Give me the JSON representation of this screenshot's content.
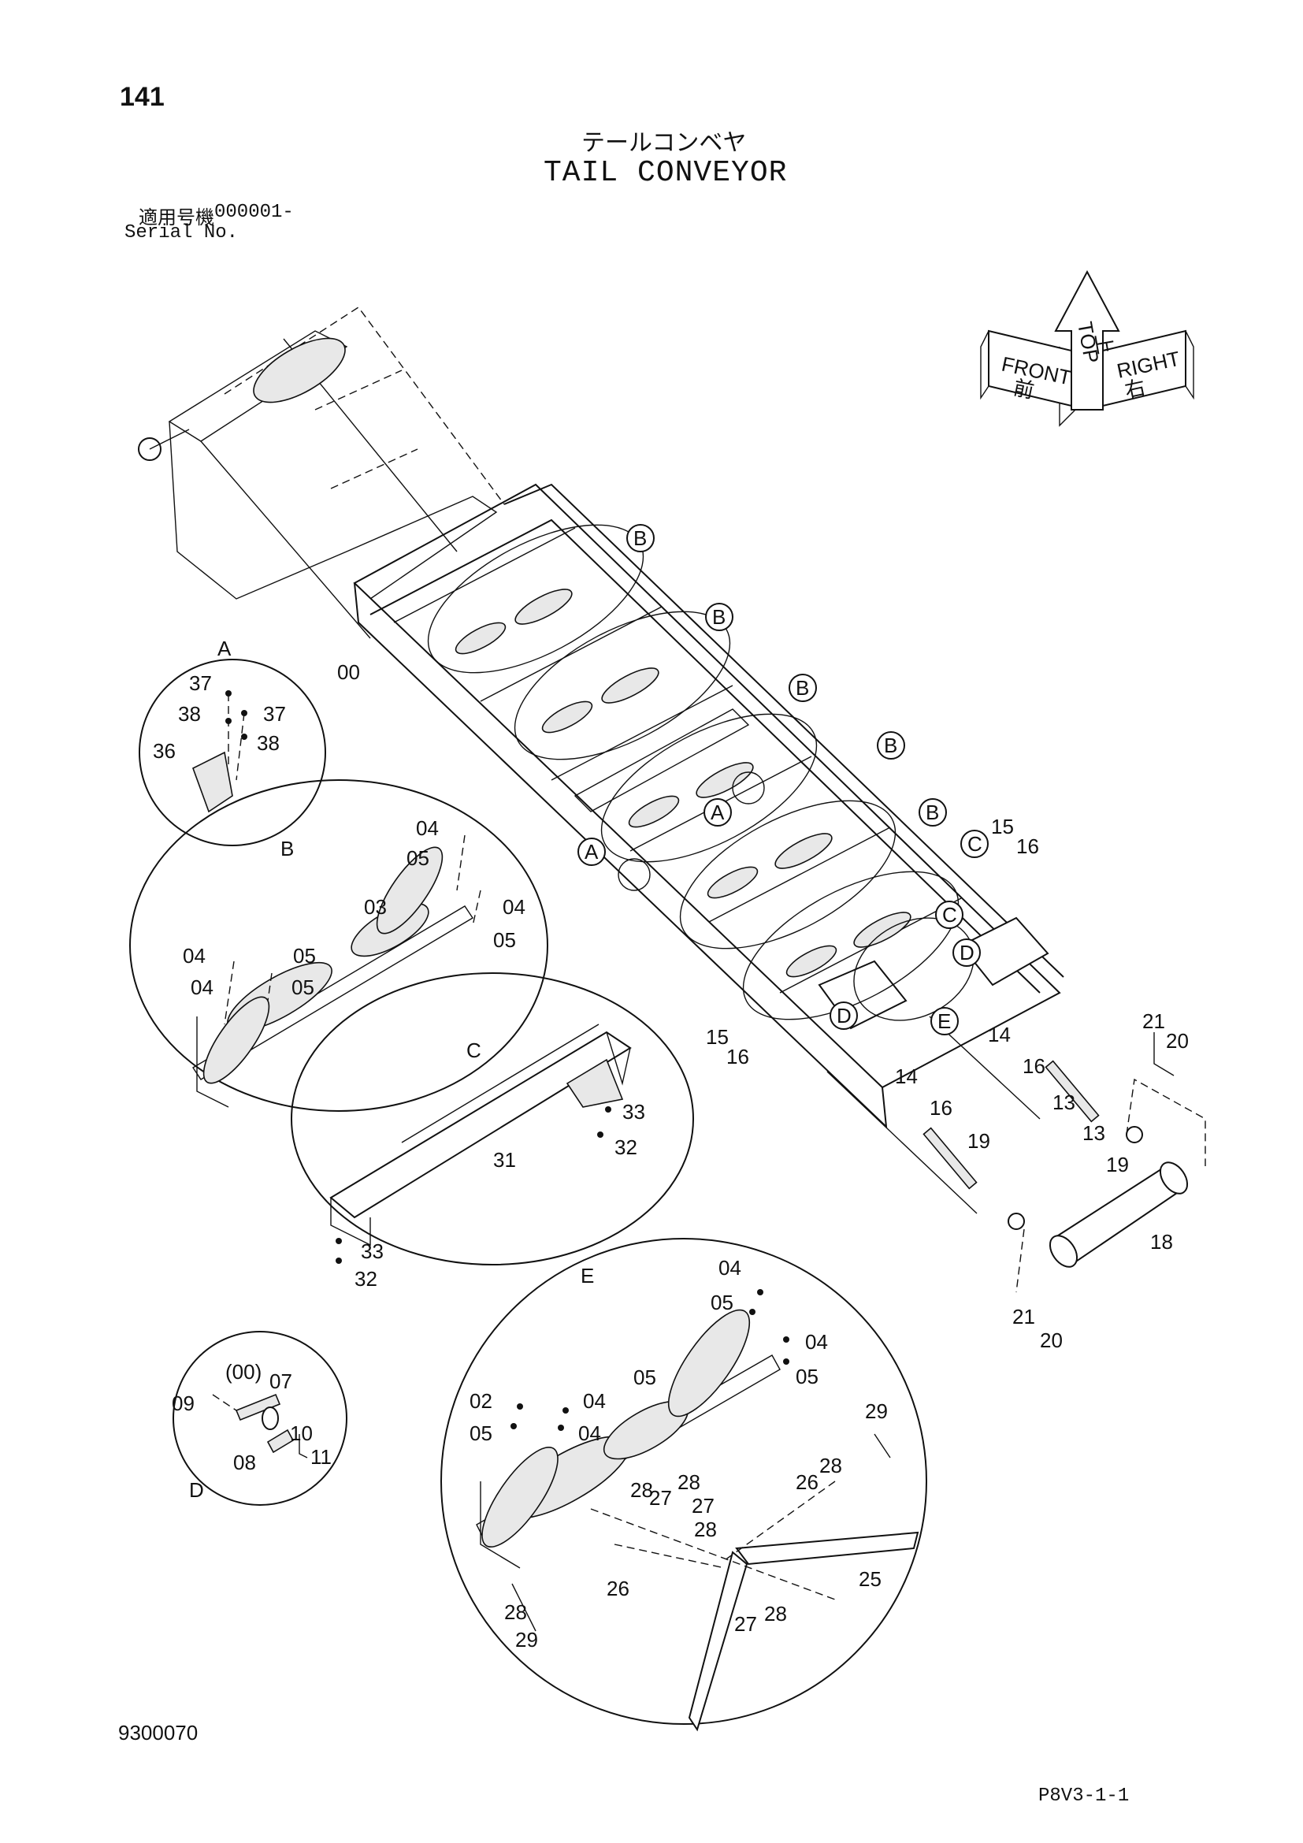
{
  "header": {
    "page_number": "141",
    "title_jp": "テールコンベヤ",
    "title_en": "TAIL CONVEYOR",
    "applicability_jp": "適用号機",
    "serial_from": "000001-",
    "serial_label": "Serial No."
  },
  "orientation": {
    "top": "TOP",
    "top_jp": "上",
    "front": "FRONT",
    "front_jp": "前",
    "right": "RIGHT",
    "right_jp": "右"
  },
  "detail_circles": [
    "A",
    "B",
    "C",
    "D",
    "E"
  ],
  "callout_labels": {
    "main": [
      {
        "label": "00"
      },
      {
        "label": "B"
      },
      {
        "label": "B"
      },
      {
        "label": "B"
      },
      {
        "label": "B"
      },
      {
        "label": "B"
      },
      {
        "label": "C"
      },
      {
        "label": "C"
      },
      {
        "label": "A"
      },
      {
        "label": "A"
      },
      {
        "label": "D"
      },
      {
        "label": "D"
      },
      {
        "label": "E"
      },
      {
        "label": "15"
      },
      {
        "label": "16"
      },
      {
        "label": "15"
      },
      {
        "label": "16"
      },
      {
        "label": "14"
      },
      {
        "label": "16"
      },
      {
        "label": "14"
      },
      {
        "label": "16"
      },
      {
        "label": "13"
      },
      {
        "label": "19"
      },
      {
        "label": "13"
      },
      {
        "label": "19"
      },
      {
        "label": "21"
      },
      {
        "label": "20"
      },
      {
        "label": "21"
      },
      {
        "label": "20"
      },
      {
        "label": "18"
      }
    ],
    "detail_a": [
      "37",
      "38",
      "37",
      "38",
      "36"
    ],
    "detail_b": [
      "04",
      "05",
      "03",
      "04",
      "05",
      "04",
      "05",
      "04",
      "05"
    ],
    "detail_c": [
      "33",
      "32",
      "31",
      "33",
      "32"
    ],
    "detail_d": [
      "(00)",
      "07",
      "09",
      "10",
      "08",
      "11"
    ],
    "detail_e": [
      "04",
      "05",
      "04",
      "05",
      "02",
      "04",
      "05",
      "04",
      "05",
      "26",
      "28",
      "29",
      "28",
      "27",
      "28",
      "27",
      "28",
      "26",
      "25",
      "28",
      "27",
      "28",
      "29"
    ]
  },
  "footer": {
    "reference_code": "9300070",
    "page_code": "P8V3-1-1"
  }
}
